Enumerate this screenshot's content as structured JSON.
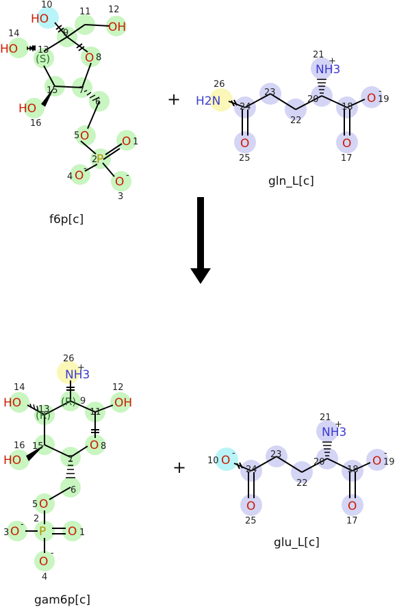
{
  "colors": {
    "green_hl": "#c8f5c0",
    "blue_hl": "#d4d4f5",
    "yellow_hl": "#fbf7b8",
    "cyan_hl": "#b8f4f8",
    "oxygen": "#cc1a00",
    "nitrogen": "#3a3ad0",
    "phosphorus": "#b89000",
    "bond": "#000000"
  },
  "operators": {
    "plus1": "+",
    "plus2": "+"
  },
  "molecules": {
    "f6p": {
      "name": "f6p[c]",
      "atoms": {
        "o10": "HO",
        "o12": "OH",
        "o14": "HO",
        "o16": "HO",
        "o8": "O",
        "o5": "O",
        "o4": "O",
        "o3": "O",
        "o1": "O",
        "p2": "P",
        "stereo13": "(S)"
      },
      "charges": {
        "o4": "-",
        "o3": "-"
      },
      "indices": {
        "i10": "10",
        "i11": "11",
        "i12": "12",
        "i14": "14",
        "i9": "9",
        "i13": "13",
        "i8": "8",
        "i15": "15",
        "i7": "7",
        "i6": "6",
        "i16": "16",
        "i5": "5",
        "i1": "1",
        "i2": "2",
        "i4": "4",
        "i3": "3"
      }
    },
    "gln_l": {
      "name": "gln_L[c]",
      "atoms": {
        "n26": "H2N",
        "n21": "NH3",
        "o25": "O",
        "o17": "O",
        "o19": "O"
      },
      "charges": {
        "n21": "+",
        "o19": "-"
      },
      "indices": {
        "i21": "21",
        "i26": "26",
        "i23": "23",
        "i20": "20",
        "i24": "24",
        "i18": "18",
        "i19": "19",
        "i22": "22",
        "i25": "25",
        "i17": "17"
      }
    },
    "gam6p": {
      "name": "gam6p[c]",
      "atoms": {
        "n26": "NH3",
        "o14": "HO",
        "o12": "OH",
        "o16": "HO",
        "o8": "O",
        "o5": "O",
        "o3": "O",
        "o1": "O",
        "o4": "O",
        "p2": "P",
        "stereo13": "(R)",
        "stereo9": "(R)"
      },
      "charges": {
        "n26": "+",
        "o3": "-",
        "o4": "-"
      },
      "indices": {
        "i26": "26",
        "i14": "14",
        "i12": "12",
        "i13": "13",
        "i9": "9",
        "i11": "11",
        "i16": "16",
        "i15": "15",
        "i8": "8",
        "i7": "7",
        "i6": "6",
        "i5": "5",
        "i2": "2",
        "i3": "3",
        "i1": "1",
        "i4": "4"
      }
    },
    "glu_l": {
      "name": "glu_L[c]",
      "atoms": {
        "n21": "NH3",
        "o10": "O",
        "o25": "O",
        "o17": "O",
        "o19": "O"
      },
      "charges": {
        "n21": "+",
        "o10": "-",
        "o19": "-"
      },
      "indices": {
        "i21": "21",
        "i10": "10",
        "i23": "23",
        "i20": "20",
        "i24": "24",
        "i18": "18",
        "i19": "19",
        "i22": "22",
        "i25": "25",
        "i17": "17"
      }
    }
  }
}
